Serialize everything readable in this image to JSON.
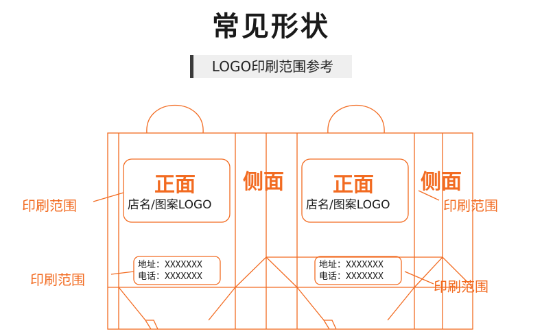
{
  "header": {
    "title": "常见形状",
    "subtitle": "LOGO印刷范围参考"
  },
  "front_panel": {
    "title": "正面",
    "content": "店名/图案LOGO",
    "address_line": "地址：XXXXXXX",
    "phone_line": "电话：XXXXXXX"
  },
  "back_panel": {
    "title": "正面",
    "content": "店名/图案LOGO",
    "address_line": "地址：XXXXXXX",
    "phone_line": "电话：XXXXXXX"
  },
  "side_panels": {
    "left_label": "侧面",
    "right_label": "侧面"
  },
  "callouts": {
    "left_top": "印刷范围",
    "left_bottom": "印刷范围",
    "right_top": "印刷范围",
    "right_bottom": "印刷范围"
  },
  "colors": {
    "accent": "#f26b21",
    "text": "#1a1a1a",
    "subtitle_bg": "#efefef"
  }
}
